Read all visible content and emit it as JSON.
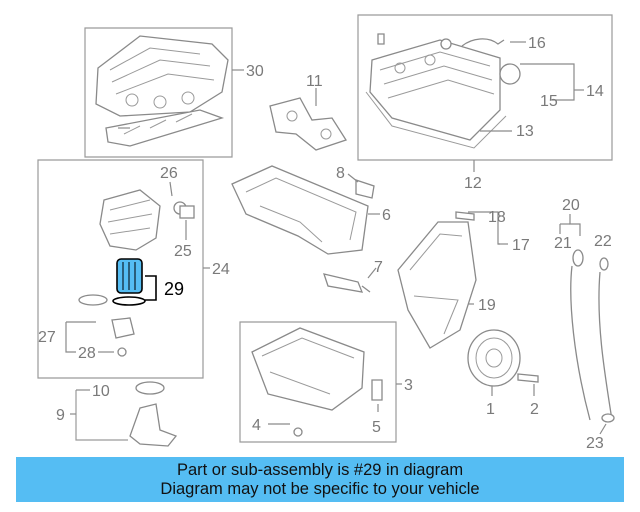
{
  "diagram": {
    "callouts": {
      "c1": "1",
      "c2": "2",
      "c3": "3",
      "c4": "4",
      "c5": "5",
      "c6": "6",
      "c7": "7",
      "c8": "8",
      "c9": "9",
      "c10": "10",
      "c11": "11",
      "c12": "12",
      "c13": "13",
      "c14": "14",
      "c15": "15",
      "c16": "16",
      "c17": "17",
      "c18": "18",
      "c19": "19",
      "c20": "20",
      "c21": "21",
      "c22": "22",
      "c23": "23",
      "c24": "24",
      "c25": "25",
      "c26": "26",
      "c27": "27",
      "c28": "28",
      "c29": "29",
      "c30": "30"
    },
    "highlight_color": "#000000",
    "part_color": "#8a8a8a"
  },
  "banner": {
    "line1": "Part or sub-assembly is #29 in diagram",
    "line2": "Diagram may not be specific to your vehicle",
    "background": "#55bdf3"
  }
}
